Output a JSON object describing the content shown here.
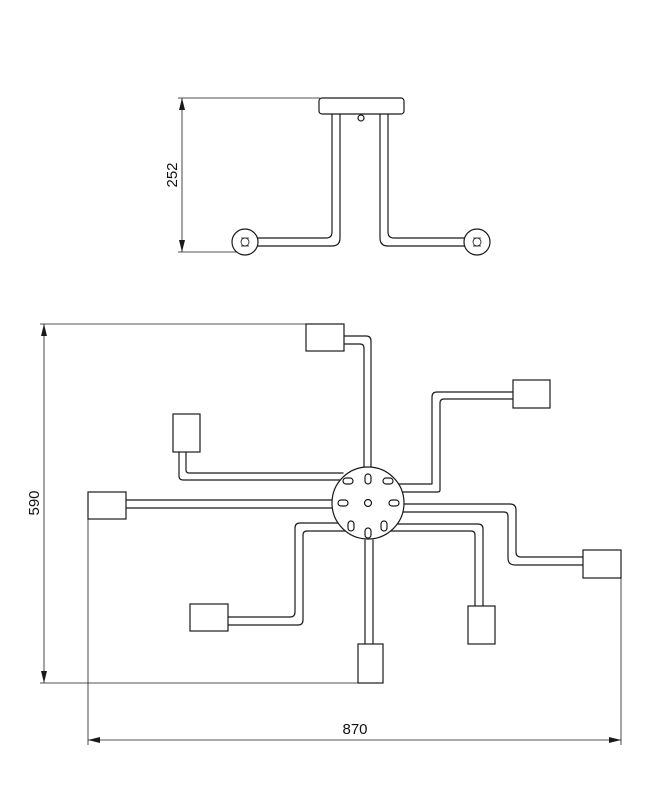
{
  "dimensions": {
    "height_side": "252",
    "height_top": "590",
    "width_top": "870"
  },
  "colors": {
    "stroke": "#1a1a1a",
    "background": "#ffffff"
  }
}
